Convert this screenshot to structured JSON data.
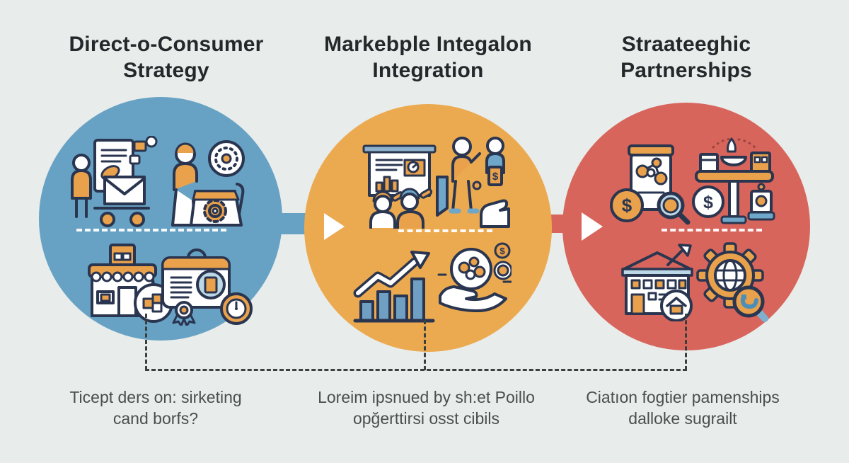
{
  "palette": {
    "bg": "#e8eceb",
    "ink": "#24282a",
    "muted": "#4a4f4e",
    "connector": "#3b403f",
    "circle-blue": "#67a2c4",
    "circle-orange": "#ecaa50",
    "circle-red": "#d8655c",
    "icon-outline": "#2a3550",
    "icon-orange": "#e9a14b",
    "icon-blue": "#6ea7c9",
    "arrow-white": "#ffffff"
  },
  "columns": [
    {
      "id": "direct-to-consumer",
      "title_lines": [
        "Direct-o-Consumer",
        "Strategy"
      ],
      "caption_lines": [
        "Ticept ders on: sirketing",
        "cand borfs?"
      ],
      "icons": [
        "shopper-cart-icon",
        "order-fulfillment-icon",
        "storefront-icon",
        "certificate-clock-icon"
      ]
    },
    {
      "id": "marketplace-integration",
      "title_lines": [
        "Markebple Integalon",
        "Integration"
      ],
      "caption_lines": [
        "Loreim ipsnued by sh:et Poillo",
        "opğerttirsi osst cibils"
      ],
      "icons": [
        "presentation-chart-icon",
        "partner-deal-icon",
        "growth-bars-icon",
        "hand-coins-icon"
      ]
    },
    {
      "id": "strategic-partnerships",
      "title_lines": [
        "Straateeghic",
        "Partnerships"
      ],
      "caption_lines": [
        "Ciatıon fogtier pamenships",
        "dalloke sugrailt"
      ],
      "icons": [
        "research-jar-icon",
        "market-table-icon",
        "building-growth-icon",
        "global-gear-icon"
      ]
    }
  ]
}
